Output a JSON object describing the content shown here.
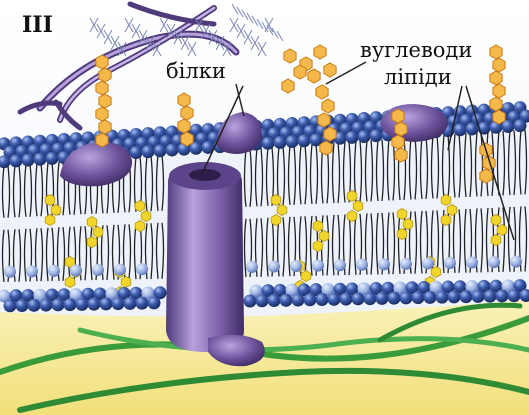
{
  "figure": {
    "panel_label": "III",
    "labels": {
      "proteins": "білки",
      "carbohydrates": "вуглеводи",
      "lipids": "ліпіди"
    },
    "colors": {
      "background": "#ffffff",
      "lipid_head": "#2e4a92",
      "lipid_head_highlight": "#9fb3e6",
      "protein": "#7a5ea8",
      "protein_highlight": "#c9b6ea",
      "carbohydrate": "#f0a63a",
      "cholesterol": "#f2d52a",
      "cytoplasm": "#f5e98a",
      "filaments": "#3a9b3a",
      "leader_lines": "#222222"
    },
    "icons": [
      "lipid-bilayer",
      "transmembrane-protein",
      "peripheral-protein",
      "glycocalyx-chain",
      "cytoskeleton-filament",
      "cholesterol-ring"
    ]
  }
}
